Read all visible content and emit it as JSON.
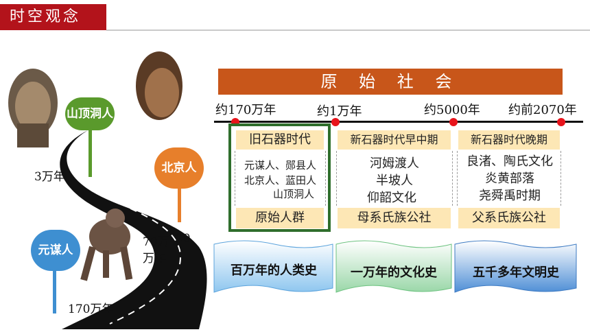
{
  "header": {
    "title": "时空观念"
  },
  "banner": {
    "title": "原 始 社 会"
  },
  "timeline": {
    "labels": [
      "约170万年",
      "约1万年",
      "约5000年",
      "约前2070年"
    ]
  },
  "eras": [
    {
      "title": "旧石器时代",
      "body": [
        "元谋人、郧县人",
        "北京人、蓝田人",
        "山顶洞人"
      ],
      "footer": "原始人群"
    },
    {
      "title": "新石器时代早中期",
      "body": [
        "河姆渡人",
        "半坡人",
        "仰韶文化"
      ],
      "footer": "母系氏族公社"
    },
    {
      "title": "新石器时代晚期",
      "body": [
        "良渚、陶氏文化",
        "炎黄部落",
        "尧舜禹时期"
      ],
      "footer": "父系氏族公社"
    }
  ],
  "ribbons": [
    "百万年的人类史",
    "一万年的文化史",
    "五千多年文明史"
  ],
  "road": {
    "pins": [
      {
        "label": "山顶洞人",
        "color": "#5a9a2c"
      },
      {
        "label": "北京人",
        "color": "#e77f2b"
      },
      {
        "label": "元谋人",
        "color": "#3e8fd1"
      }
    ],
    "years": [
      "3万年",
      "70万",
      "20",
      "万年",
      "170万年"
    ]
  }
}
